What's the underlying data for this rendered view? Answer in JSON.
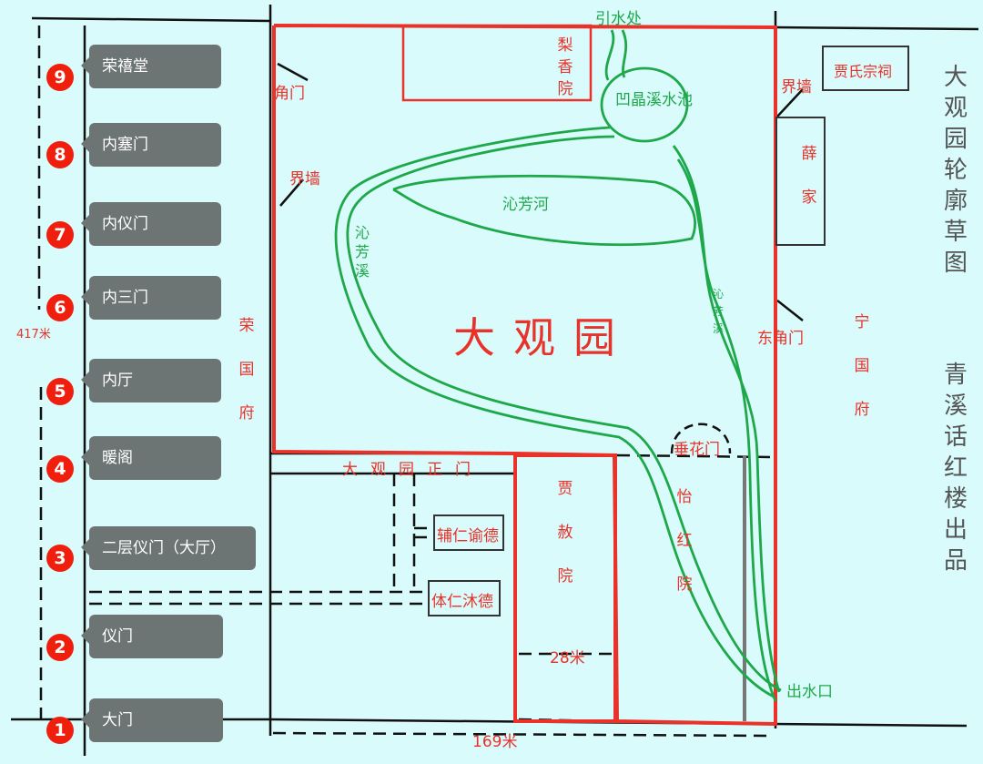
{
  "gates": [
    {
      "num": "9",
      "label": "荣禧堂"
    },
    {
      "num": "8",
      "label": "内塞门"
    },
    {
      "num": "7",
      "label": "内仪门"
    },
    {
      "num": "6",
      "label": "内三门"
    },
    {
      "num": "5",
      "label": "内厅"
    },
    {
      "num": "4",
      "label": "暖阁"
    },
    {
      "num": "3",
      "label": "二层仪门（大厅）"
    },
    {
      "num": "2",
      "label": "仪门"
    },
    {
      "num": "1",
      "label": "大门"
    }
  ],
  "distance_left": "417米",
  "distance_bottom": "169米",
  "distance_inner": "28米",
  "garden": {
    "title": "大观园",
    "lixiang": "梨香院",
    "water_in": "引水处",
    "pond": "凹晶溪水池",
    "river": "沁芳河",
    "stream_left": "沁芳溪",
    "stream_right": "沁芳溪",
    "corner_gate": "角门",
    "boundary_left": "界墙",
    "boundary_right": "界墙",
    "east_corner_gate": "东角门",
    "main_gate": "大观园正门",
    "chuihua": "垂花门",
    "water_out": "出水口"
  },
  "rongguo": "荣国府",
  "ningguo": "宁国府",
  "jia_shrine": "贾氏宗祠",
  "xue_family": "薛家",
  "jiashe": "贾赦院",
  "yihong": "怡红院",
  "furen": "辅仁谕德",
  "tiren": "体仁沐德",
  "side_title": "大观园轮廓草图",
  "side_author": "青溪话红楼出品",
  "colors": {
    "red": "#e8322a",
    "green": "#1fa84a",
    "gray": "#6d7574",
    "bg": "#d9fbfb"
  }
}
